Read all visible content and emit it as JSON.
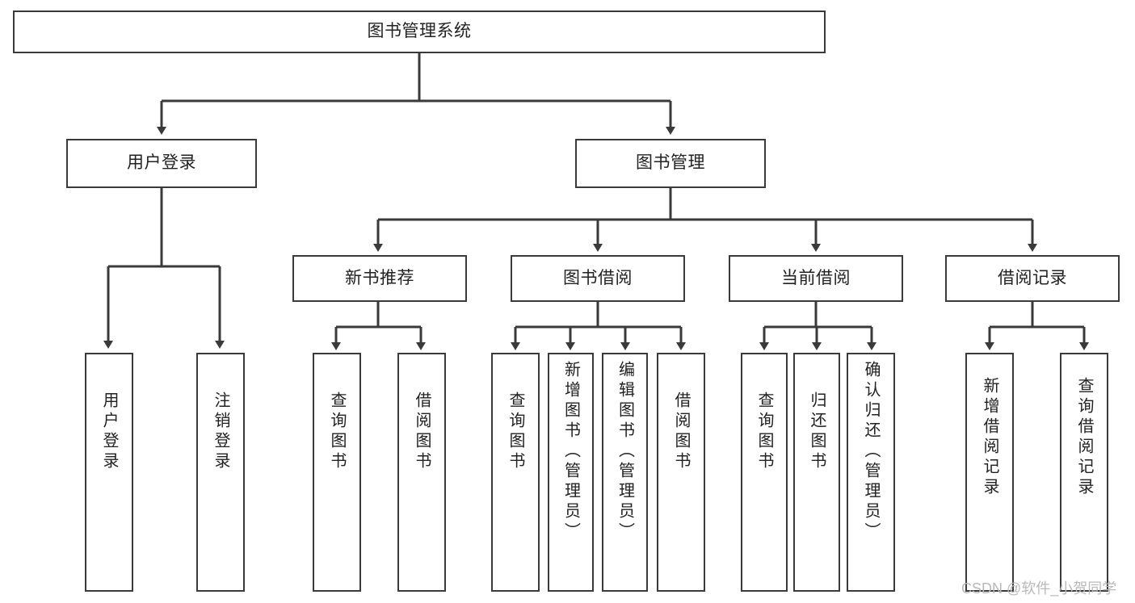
{
  "diagram": {
    "type": "tree-hierarchy-chart",
    "title": "图书管理系统",
    "nodes": {
      "root": {
        "label": "图书管理系统"
      },
      "level2": [
        {
          "id": "user-login",
          "label": "用户登录"
        },
        {
          "id": "book-management",
          "label": "图书管理"
        }
      ],
      "level3": [
        {
          "id": "new-book-recommend",
          "label": "新书推荐"
        },
        {
          "id": "book-borrow",
          "label": "图书借阅"
        },
        {
          "id": "current-borrow",
          "label": "当前借阅"
        },
        {
          "id": "borrow-record",
          "label": "借阅记录"
        }
      ],
      "leaves": [
        {
          "id": "leaf-user-login",
          "label": "用户登录"
        },
        {
          "id": "leaf-logout-login",
          "label": "注销登录"
        },
        {
          "id": "leaf-query-book-1",
          "label": "查询图书"
        },
        {
          "id": "leaf-borrow-book-1",
          "label": "借阅图书"
        },
        {
          "id": "leaf-query-book-2",
          "label": "查询图书"
        },
        {
          "id": "leaf-add-book-admin",
          "label": "新增图书（管理员）"
        },
        {
          "id": "leaf-edit-book-admin",
          "label": "编辑图书（管理员）"
        },
        {
          "id": "leaf-borrow-book-2",
          "label": "借阅图书"
        },
        {
          "id": "leaf-query-book-3",
          "label": "查询图书"
        },
        {
          "id": "leaf-return-book",
          "label": "归还图书"
        },
        {
          "id": "leaf-confirm-return-admin",
          "label": "确认归还（管理员）"
        },
        {
          "id": "leaf-add-borrow-record",
          "label": "新增借阅记录"
        },
        {
          "id": "leaf-query-borrow-record",
          "label": "查询借阅记录"
        }
      ]
    },
    "watermark": "CSDN @软件_小贺同学",
    "colors": {
      "border": "#3a3a3a",
      "background": "#ffffff",
      "text": "#222222",
      "edge": "#3a3a3a",
      "watermark": "#b9b9b9"
    }
  }
}
